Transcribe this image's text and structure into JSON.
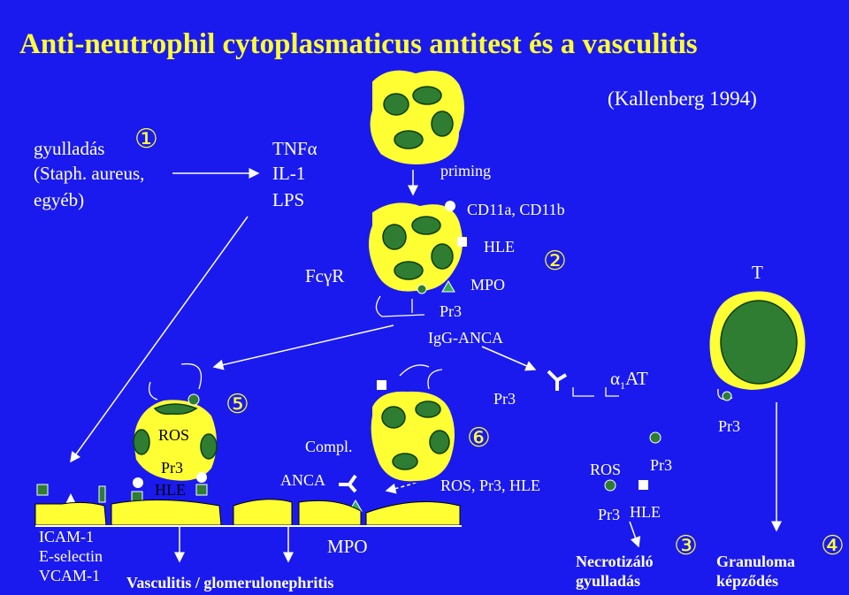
{
  "title": "Anti-neutrophil cytoplasmaticus antitest és a vasculitis",
  "citation": "(Kallenberg 1994)",
  "trigger": {
    "line1": "gyulladás",
    "line2": "(Staph. aureus,",
    "line3": "egyéb)"
  },
  "cytokines": {
    "line1": "TNFα",
    "line2": "IL-1",
    "line3": "LPS"
  },
  "steps": {
    "s1": "①",
    "s2": "②",
    "s3": "③",
    "s4": "④",
    "s5": "⑤",
    "s6": "⑥"
  },
  "labels": {
    "priming": "priming",
    "cd11": "CD11a, CD11b",
    "hle": "HLE",
    "mpo": "MPO",
    "pr3": "Pr3",
    "igg_anca": "IgG-ANCA",
    "fcgr": "FcγR",
    "t": "T",
    "alpha_at": "α",
    "alpha_sub": "1",
    "alpha_at_rest": "AT",
    "pr3_center": "Pr3",
    "pr3_right": "Pr3",
    "ros_cell": "ROS",
    "pr3_cell": "Pr3",
    "hle_cell": "HLE",
    "compl": "Compl.",
    "anca": "ANCA",
    "ros_pr3_hle": "ROS, Pr3, HLE",
    "ros_right": "ROS",
    "pr3_right2": "Pr3",
    "pr3_bottom": "Pr3",
    "hle_bottom": "HLE",
    "mpo_bottom": "MPO",
    "adhesion1": "ICAM-1",
    "adhesion2": "E-selectin",
    "adhesion3": "VCAM-1",
    "vasculitis": "Vasculitis / glomerulonephritis",
    "necro1": "Necrotizáló",
    "necro2": "gyulladás",
    "granuloma1": "Granuloma",
    "granuloma2": "képződés"
  },
  "colors": {
    "background": "#1a1aee",
    "cell": "#ffff33",
    "nucleus": "#2e7d32",
    "title": "#ffff33"
  }
}
